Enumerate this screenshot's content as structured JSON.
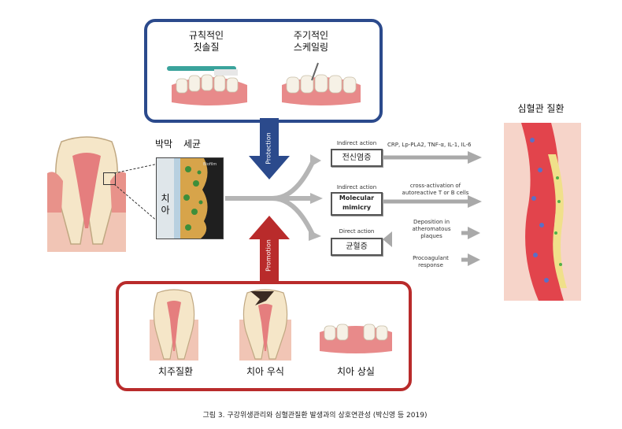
{
  "protection_panel": {
    "item1_label_line1": "규칙적인",
    "item1_label_line2": "칫솔질",
    "item2_label_line1": "주기적인",
    "item2_label_line2": "스케일링",
    "arrow_label": "Protection"
  },
  "promotion_panel": {
    "item1_label": "치주질환",
    "item2_label": "치아 우식",
    "item3_label": "치아 상실",
    "arrow_label": "Promotion"
  },
  "tooth_inset": {
    "label_film": "박막",
    "label_bacteria": "세균",
    "label_tooth": "치아",
    "label_biofilm": "Biofilm"
  },
  "pathways": [
    {
      "action": "Indirect action",
      "box": "전신염증",
      "result": "CRP, Lp-PLA2, TNF-α, IL-1, IL-6"
    },
    {
      "action": "Indirect action",
      "box_line1": "Molecular",
      "box_line2": "mimicry",
      "result_line1": "cross-activation of",
      "result_line2": "autoreactive T or B cells"
    },
    {
      "action": "Direct action",
      "box": "균혈증",
      "result1_line1": "Deposition in",
      "result1_line2": "atheromatous",
      "result1_line3": "plaques",
      "result2_line1": "Procoagulant",
      "result2_line2": "response"
    }
  ],
  "vessel_title": "심혈관 질환",
  "caption": "그림 3.  구강위생관리와 심혈관질환 발생과의 상호연관성 (박신영 등 2019)",
  "colors": {
    "blue": "#2b4a8c",
    "red": "#b92b2b",
    "arrow_gray": "#a9a9a9"
  }
}
